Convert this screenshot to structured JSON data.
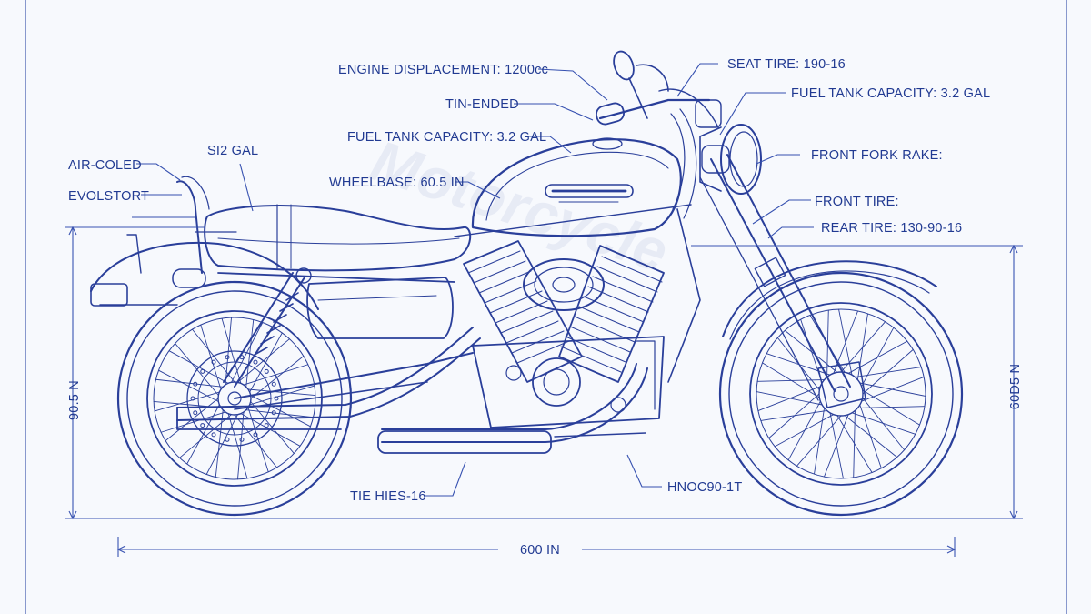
{
  "labels": {
    "engine_displacement": "ENGINE DISPLACEMENT: 1200cc",
    "tin_ended": "TIN-ENDED",
    "fuel_tank_left": "FUEL TANK CAPACITY: 3.2 GAL",
    "wheelbase": "WHEELBASE: 60.5 IN",
    "si2_gal": "SI2 GAL",
    "air_coled": "AIR-COLED",
    "evolstort": "EVOLSTORT",
    "seat_tire": "SEAT TIRE: 190-16",
    "fuel_tank_right": "FUEL TANK CAPACITY: 3.2 GAL",
    "front_fork_rake": "FRONT FORK RAKE:",
    "front_tire": "FRONT TIRE:",
    "rear_tire": "REAR TIRE: 130-90-16",
    "tie_hies": "TIE HIES-16",
    "hnoc": "HNOC90-1T"
  },
  "dimensions": {
    "left_height": "90.5 N",
    "right_height": "60D5 N",
    "overall_length": "600 IN"
  },
  "colors": {
    "paper": "#f7f9fd",
    "ink": "#2a3f9a"
  }
}
